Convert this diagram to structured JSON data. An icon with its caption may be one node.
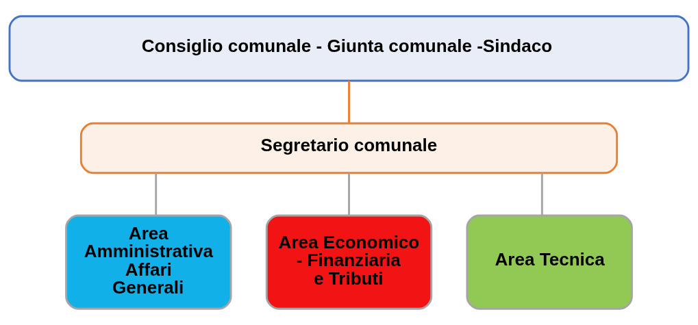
{
  "diagram": {
    "nodes": [
      {
        "text": [
          "Consiglio comunale - Giunta comunale -Sindaco"
        ]
      },
      {
        "text": [
          "Segretario comunale"
        ]
      },
      {
        "text": [
          "Area Amministrativa Affari Generali"
        ]
      },
      {
        "text": [
          "Area Economico - Finanziaria e Tributi"
        ]
      },
      {
        "text": [
          "Area Tecnica"
        ]
      }
    ],
    "edges": [
      {
        "from": 0,
        "to": 1,
        "arrow": "none",
        "color": "#ed7d31"
      },
      {
        "from": 1,
        "to": 2,
        "arrow": "none"
      },
      {
        "from": 1,
        "to": 3,
        "arrow": "none"
      },
      {
        "from": 1,
        "to": 4,
        "arrow": "none"
      }
    ]
  }
}
